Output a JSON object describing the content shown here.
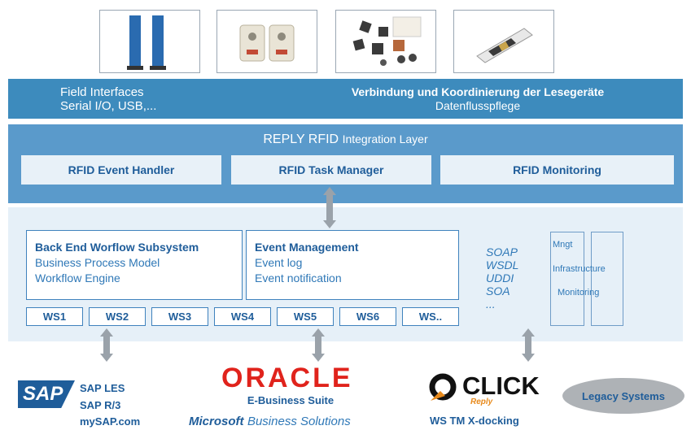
{
  "colors": {
    "top_band": "#3d8bbd",
    "mid_band": "#5a9acb",
    "bottom_band": "#e6f0f8",
    "accent_blue": "#1f5d9a",
    "oracle_red": "#e0231c",
    "arrow_gray": "#9aa2aa"
  },
  "images": [
    "rfid-gate-antenna",
    "rfid-reader-modules",
    "rfid-tags",
    "rfid-label-roll"
  ],
  "field": {
    "left_line1": "Field Interfaces",
    "left_line2": "Serial I/O, USB,...",
    "right_line1": "Verbindung und Koordinierung der Lesegeräte",
    "right_line2": "Datenflusspflege"
  },
  "integration": {
    "title_main": "REPLY RFID",
    "title_rest": "Integration Layer",
    "buttons": [
      "RFID Event Handler",
      "RFID Task Manager",
      "RFID Monitoring"
    ]
  },
  "backend": {
    "title": "Back End Worflow Subsystem",
    "lines": [
      "Business Process Model",
      "Workflow Engine"
    ]
  },
  "event": {
    "title": "Event Management",
    "lines": [
      "Event log",
      "Event notification"
    ]
  },
  "ws": [
    "WS1",
    "WS2",
    "WS3",
    "WS4",
    "WS5",
    "WS6",
    "WS.."
  ],
  "protocols": [
    "SOAP",
    "WSDL",
    "UDDI",
    "SOA",
    "..."
  ],
  "mgmt": {
    "mngt": "Mngt",
    "infra": "Infrastructure",
    "monitoring": "Monitoring"
  },
  "systems": {
    "sap_logo": "SAP",
    "sap_lines": [
      "SAP LES",
      "SAP R/3",
      "mySAP.com"
    ],
    "oracle_logo": "ORACLE",
    "oracle_sub": "E-Business Suite",
    "ms_logo_a": "Microsoft",
    "ms_logo_b": "Business Solutions",
    "click_logo": "CLICK",
    "click_reply": "Reply",
    "click_sub": "WS TM X-docking",
    "legacy": "Legacy Systems"
  }
}
